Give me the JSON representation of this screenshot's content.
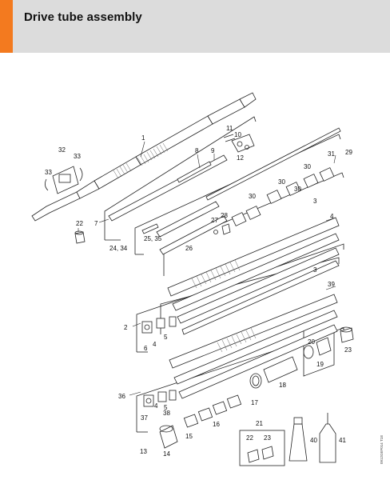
{
  "header": {
    "title": "Drive tube assembly",
    "accent_color": "#f37a1f",
    "background_color": "#dcdcdc"
  },
  "diagram": {
    "callouts": [
      {
        "id": "c1",
        "label": "1"
      },
      {
        "id": "c2",
        "label": "2"
      },
      {
        "id": "c3a",
        "label": "3"
      },
      {
        "id": "c3b",
        "label": "3"
      },
      {
        "id": "c4a",
        "label": "4"
      },
      {
        "id": "c4b",
        "label": "4"
      },
      {
        "id": "c4c",
        "label": "4"
      },
      {
        "id": "c5a",
        "label": "5"
      },
      {
        "id": "c5b",
        "label": "5"
      },
      {
        "id": "c6",
        "label": "6"
      },
      {
        "id": "c7",
        "label": "7"
      },
      {
        "id": "c8",
        "label": "8"
      },
      {
        "id": "c9",
        "label": "9"
      },
      {
        "id": "c10",
        "label": "10"
      },
      {
        "id": "c11",
        "label": "11"
      },
      {
        "id": "c12",
        "label": "12"
      },
      {
        "id": "c13",
        "label": "13"
      },
      {
        "id": "c14",
        "label": "14"
      },
      {
        "id": "c15",
        "label": "15"
      },
      {
        "id": "c16",
        "label": "16"
      },
      {
        "id": "c17",
        "label": "17"
      },
      {
        "id": "c18",
        "label": "18"
      },
      {
        "id": "c19",
        "label": "19"
      },
      {
        "id": "c20",
        "label": "20"
      },
      {
        "id": "c21",
        "label": "21"
      },
      {
        "id": "c22a",
        "label": "22"
      },
      {
        "id": "c22b",
        "label": "22"
      },
      {
        "id": "c23a",
        "label": "23"
      },
      {
        "id": "c23b",
        "label": "23"
      },
      {
        "id": "c24",
        "label": "24, 34"
      },
      {
        "id": "c25",
        "label": "25, 35"
      },
      {
        "id": "c26",
        "label": "26"
      },
      {
        "id": "c27",
        "label": "27"
      },
      {
        "id": "c28",
        "label": "28"
      },
      {
        "id": "c29",
        "label": "29"
      },
      {
        "id": "c30a",
        "label": "30"
      },
      {
        "id": "c30b",
        "label": "30"
      },
      {
        "id": "c30c",
        "label": "30"
      },
      {
        "id": "c30d",
        "label": "30"
      },
      {
        "id": "c31",
        "label": "31"
      },
      {
        "id": "c32",
        "label": "32"
      },
      {
        "id": "c33a",
        "label": "33"
      },
      {
        "id": "c33b",
        "label": "33"
      },
      {
        "id": "c36",
        "label": "36"
      },
      {
        "id": "c37",
        "label": "37"
      },
      {
        "id": "c38",
        "label": "38"
      },
      {
        "id": "c39",
        "label": "39"
      },
      {
        "id": "c40",
        "label": "40"
      },
      {
        "id": "c41",
        "label": "41"
      }
    ],
    "drawing_code": "0912GEF014 T1E"
  }
}
